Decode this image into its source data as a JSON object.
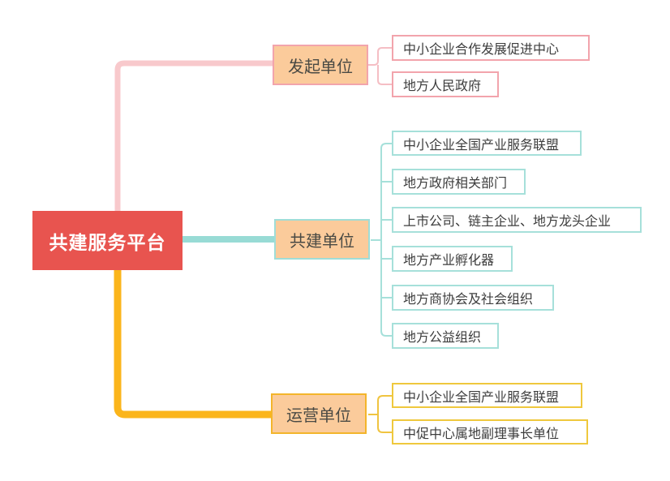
{
  "root": {
    "label": "共建服务平台",
    "bg_color": "#e8544f",
    "text_color": "#ffffff"
  },
  "branches": [
    {
      "label": "发起单位",
      "branch_color": "#f2a4ac",
      "line_color": "#f8c9cc",
      "fill_color": "#fbcb9b",
      "children": [
        {
          "label": "中小企业合作发展促进中心"
        },
        {
          "label": "地方人民政府"
        }
      ]
    },
    {
      "label": "共建单位",
      "branch_color": "#9fddd7",
      "line_color": "#98dbd5",
      "fill_color": "#fbcb9b",
      "children": [
        {
          "label": "中小企业全国产业服务联盟"
        },
        {
          "label": "地方政府相关部门"
        },
        {
          "label": "上市公司、链主企业、地方龙头企业"
        },
        {
          "label": "地方产业孵化器"
        },
        {
          "label": "地方商协会及社会组织"
        },
        {
          "label": "地方公益组织"
        }
      ]
    },
    {
      "label": "运营单位",
      "branch_color": "#f3b52b",
      "line_color": "#fbb51b",
      "fill_color": "#fbcb9b",
      "children": [
        {
          "label": "中小企业全国产业服务联盟"
        },
        {
          "label": "中促中心属地副理事长单位"
        }
      ]
    }
  ]
}
